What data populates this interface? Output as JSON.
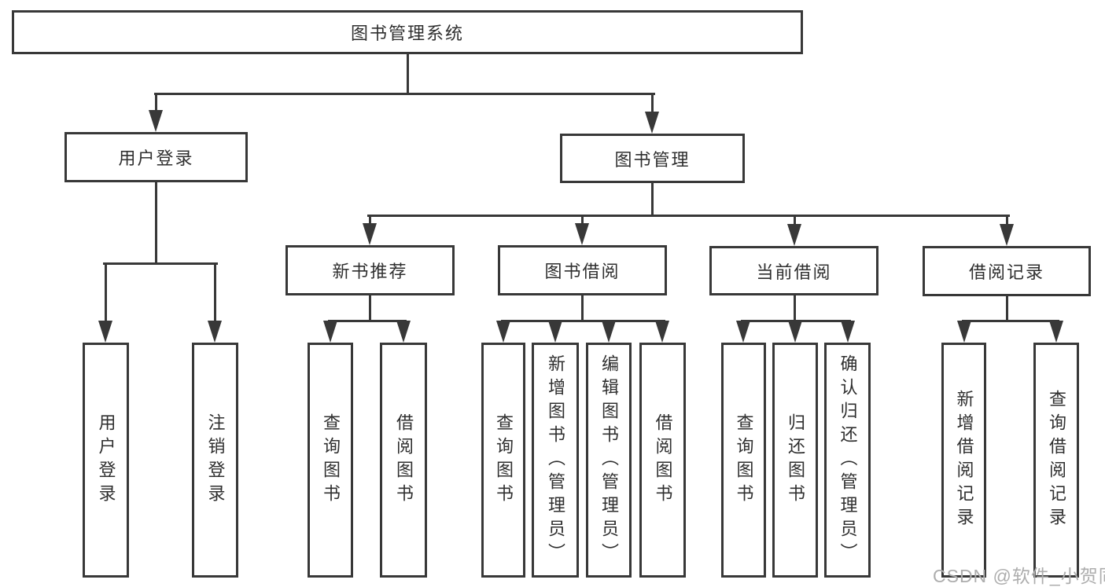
{
  "diagram": {
    "title": "图书管理系统",
    "nodes": [
      {
        "id": "root",
        "label": "图书管理系统",
        "level": 1,
        "parent": null
      },
      {
        "id": "user-login",
        "label": "用户登录",
        "level": 2,
        "parent": "root"
      },
      {
        "id": "book-management",
        "label": "图书管理",
        "level": 2,
        "parent": "root"
      },
      {
        "id": "new-book-recommend",
        "label": "新书推荐",
        "level": 3,
        "parent": "book-management"
      },
      {
        "id": "book-borrowing",
        "label": "图书借阅",
        "level": 3,
        "parent": "book-management"
      },
      {
        "id": "current-borrowing",
        "label": "当前借阅",
        "level": 3,
        "parent": "book-management"
      },
      {
        "id": "borrow-records",
        "label": "借阅记录",
        "level": 3,
        "parent": "book-management"
      },
      {
        "id": "leaf-user-login",
        "label": "用户登录",
        "level": 4,
        "parent": "user-login"
      },
      {
        "id": "leaf-logout",
        "label": "注销登录",
        "level": 4,
        "parent": "user-login"
      },
      {
        "id": "leaf-query-books-1",
        "label": "查询图书",
        "level": 4,
        "parent": "new-book-recommend"
      },
      {
        "id": "leaf-borrow-books-1",
        "label": "借阅图书",
        "level": 4,
        "parent": "new-book-recommend"
      },
      {
        "id": "leaf-query-books-2",
        "label": "查询图书",
        "level": 4,
        "parent": "book-borrowing"
      },
      {
        "id": "leaf-add-books",
        "label": "新增图书（管理员）",
        "level": 4,
        "parent": "book-borrowing"
      },
      {
        "id": "leaf-edit-books",
        "label": "编辑图书（管理员）",
        "level": 4,
        "parent": "book-borrowing"
      },
      {
        "id": "leaf-borrow-books-2",
        "label": "借阅图书",
        "level": 4,
        "parent": "book-borrowing"
      },
      {
        "id": "leaf-query-books-3",
        "label": "查询图书",
        "level": 4,
        "parent": "current-borrowing"
      },
      {
        "id": "leaf-return-books",
        "label": "归还图书",
        "level": 4,
        "parent": "current-borrowing"
      },
      {
        "id": "leaf-confirm-return",
        "label": "确认归还（管理员）",
        "level": 4,
        "parent": "current-borrowing"
      },
      {
        "id": "leaf-add-borrow-record",
        "label": "新增借阅记录",
        "level": 4,
        "parent": "borrow-records"
      },
      {
        "id": "leaf-query-borrow-record",
        "label": "查询借阅记录",
        "level": 4,
        "parent": "borrow-records"
      }
    ],
    "watermark": "CSDN @软件_小贺同学",
    "colors": {
      "background": "#ffffff",
      "box_border": "#383838",
      "line": "#383838",
      "text": "#2f2f2f",
      "watermark": "#adadad"
    }
  }
}
